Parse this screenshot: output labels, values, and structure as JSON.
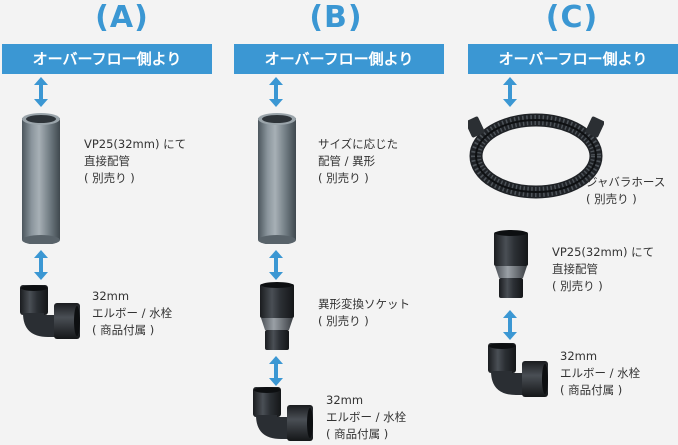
{
  "columns": [
    {
      "id": "A",
      "title": "(A)",
      "banner": "オーバーフロー側より",
      "pipe_label": [
        "VP25(32mm) にて",
        "直接配管",
        "( 別売り )"
      ],
      "elbow_label": [
        "32mm",
        "エルボー / 水栓",
        "( 商品付属 )"
      ]
    },
    {
      "id": "B",
      "title": "(B)",
      "banner": "オーバーフロー側より",
      "pipe_label": [
        "サイズに応じた",
        "配管 / 異形",
        "( 別売り )"
      ],
      "socket_label": [
        "異形変換ソケット",
        "( 別売り )"
      ],
      "elbow_label": [
        "32mm",
        "エルボー / 水栓",
        "( 商品付属 )"
      ]
    },
    {
      "id": "C",
      "title": "(C)",
      "banner": "オーバーフロー側より",
      "hose_label": [
        "ジャバラホース",
        "( 別売り )"
      ],
      "pipe_label": [
        "VP25(32mm) にて",
        "直接配管",
        "( 別売り )"
      ],
      "elbow_label": [
        "32mm",
        "エルボー / 水栓",
        "( 商品付属 )"
      ]
    }
  ],
  "colors": {
    "accent": "#3b97d3",
    "background": "#f3f3f3",
    "pipe": "#6e7a82",
    "fitting": "#26292d"
  }
}
